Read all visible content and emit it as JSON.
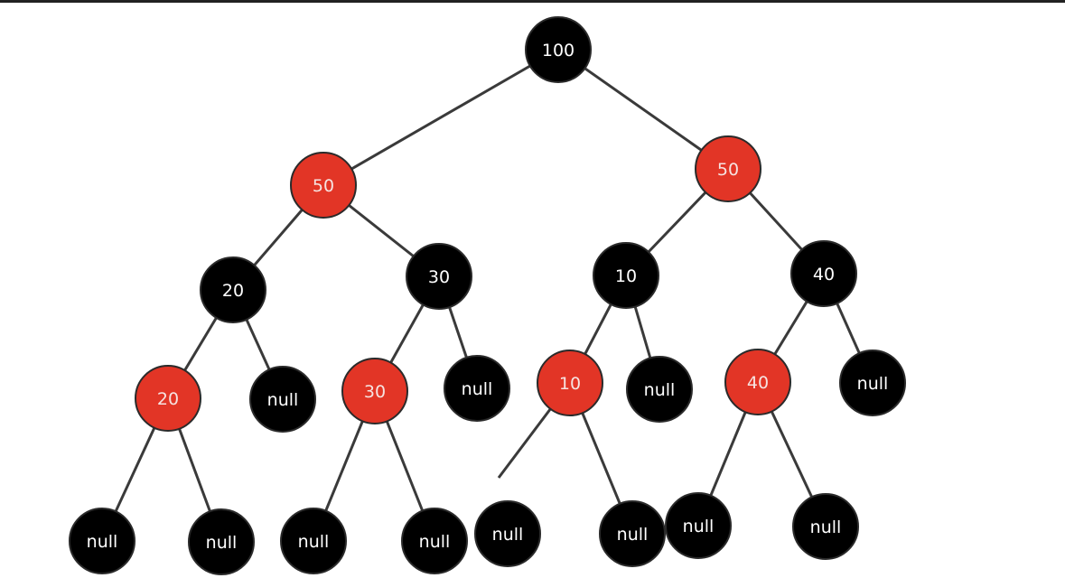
{
  "colors": {
    "red_node": "#e23526",
    "black_node": "#000000",
    "edge": "#3a3a3a",
    "label_on_red": "#f6e3e1",
    "label_on_black": "#ffffff"
  },
  "tree": {
    "nodes": [
      {
        "id": "n100",
        "label": "100",
        "color": "black"
      },
      {
        "id": "n50L",
        "label": "50",
        "color": "red"
      },
      {
        "id": "n50R",
        "label": "50",
        "color": "red"
      },
      {
        "id": "n20",
        "label": "20",
        "color": "black"
      },
      {
        "id": "n30",
        "label": "30",
        "color": "black"
      },
      {
        "id": "n10",
        "label": "10",
        "color": "black"
      },
      {
        "id": "n40",
        "label": "40",
        "color": "black"
      },
      {
        "id": "n20r",
        "label": "20",
        "color": "red"
      },
      {
        "id": "nul1",
        "label": "null",
        "color": "black"
      },
      {
        "id": "n30r",
        "label": "30",
        "color": "red"
      },
      {
        "id": "nul2",
        "label": "null",
        "color": "black"
      },
      {
        "id": "n10r",
        "label": "10",
        "color": "red"
      },
      {
        "id": "nul3",
        "label": "null",
        "color": "black"
      },
      {
        "id": "n40r",
        "label": "40",
        "color": "red"
      },
      {
        "id": "nul4",
        "label": "null",
        "color": "black"
      },
      {
        "id": "nul5",
        "label": "null",
        "color": "black"
      },
      {
        "id": "nul6",
        "label": "null",
        "color": "black"
      },
      {
        "id": "nul7",
        "label": "null",
        "color": "black"
      },
      {
        "id": "nul8",
        "label": "null",
        "color": "black"
      },
      {
        "id": "nul9",
        "label": "null",
        "color": "black"
      },
      {
        "id": "nul10",
        "label": "null",
        "color": "black"
      },
      {
        "id": "nul11",
        "label": "null",
        "color": "black"
      },
      {
        "id": "nul12",
        "label": "null",
        "color": "black"
      }
    ],
    "edges": [
      [
        "n100",
        "n50L"
      ],
      [
        "n100",
        "n50R"
      ],
      [
        "n50L",
        "n20"
      ],
      [
        "n50L",
        "n30"
      ],
      [
        "n50R",
        "n10"
      ],
      [
        "n50R",
        "n40"
      ],
      [
        "n20",
        "n20r"
      ],
      [
        "n20",
        "nul1"
      ],
      [
        "n30",
        "n30r"
      ],
      [
        "n30",
        "nul2"
      ],
      [
        "n10",
        "n10r"
      ],
      [
        "n10",
        "nul3"
      ],
      [
        "n40",
        "n40r"
      ],
      [
        "n40",
        "nul4"
      ],
      [
        "n20r",
        "nul5"
      ],
      [
        "n20r",
        "nul6"
      ],
      [
        "n30r",
        "nul7"
      ],
      [
        "n30r",
        "nul8"
      ],
      [
        "n10r",
        "stub"
      ],
      [
        "n10r",
        "nul10"
      ],
      [
        "n40r",
        "nul11"
      ],
      [
        "n40r",
        "nul12"
      ]
    ]
  }
}
